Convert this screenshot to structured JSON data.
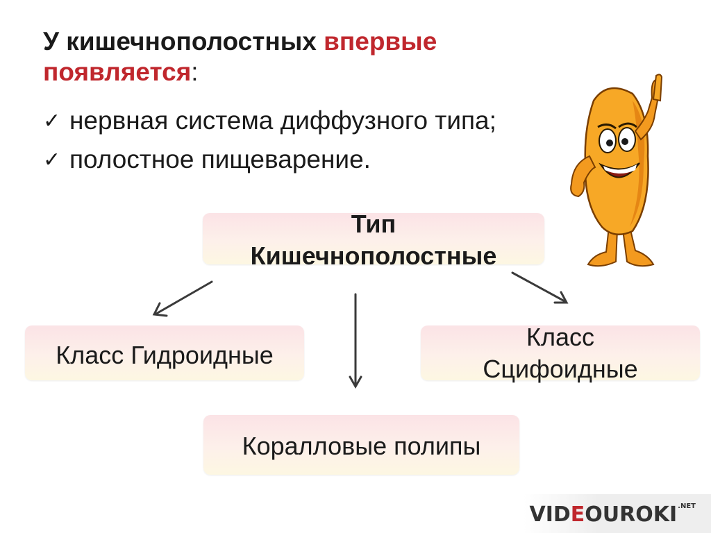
{
  "heading": {
    "line1_part1": "У кишечнополостных ",
    "line1_part2": "впервые",
    "line2_part1": "появляется",
    "line2_part2": ":"
  },
  "bullets": [
    {
      "check": "✓",
      "text": "нервная система диффузного типа;"
    },
    {
      "check": "✓",
      "text": "полостное пищеварение."
    }
  ],
  "diagram": {
    "root": {
      "line1": "Тип",
      "line2": "Кишечнополостные"
    },
    "left": {
      "label": "Класс Гидроидные"
    },
    "right": {
      "line1": "Класс",
      "line2": "Сцифоидные"
    },
    "bottom": {
      "label": "Коралловые полипы"
    }
  },
  "watermark": {
    "part1": "VID",
    "part2": "E",
    "part3": "OUROKI",
    "suffix": ".NET"
  },
  "colors": {
    "accent_red": "#c0272d",
    "box_gradient_top": "#fbe3e6",
    "box_gradient_bottom": "#fdf7e2",
    "mascot_orange": "#f39a1f"
  }
}
